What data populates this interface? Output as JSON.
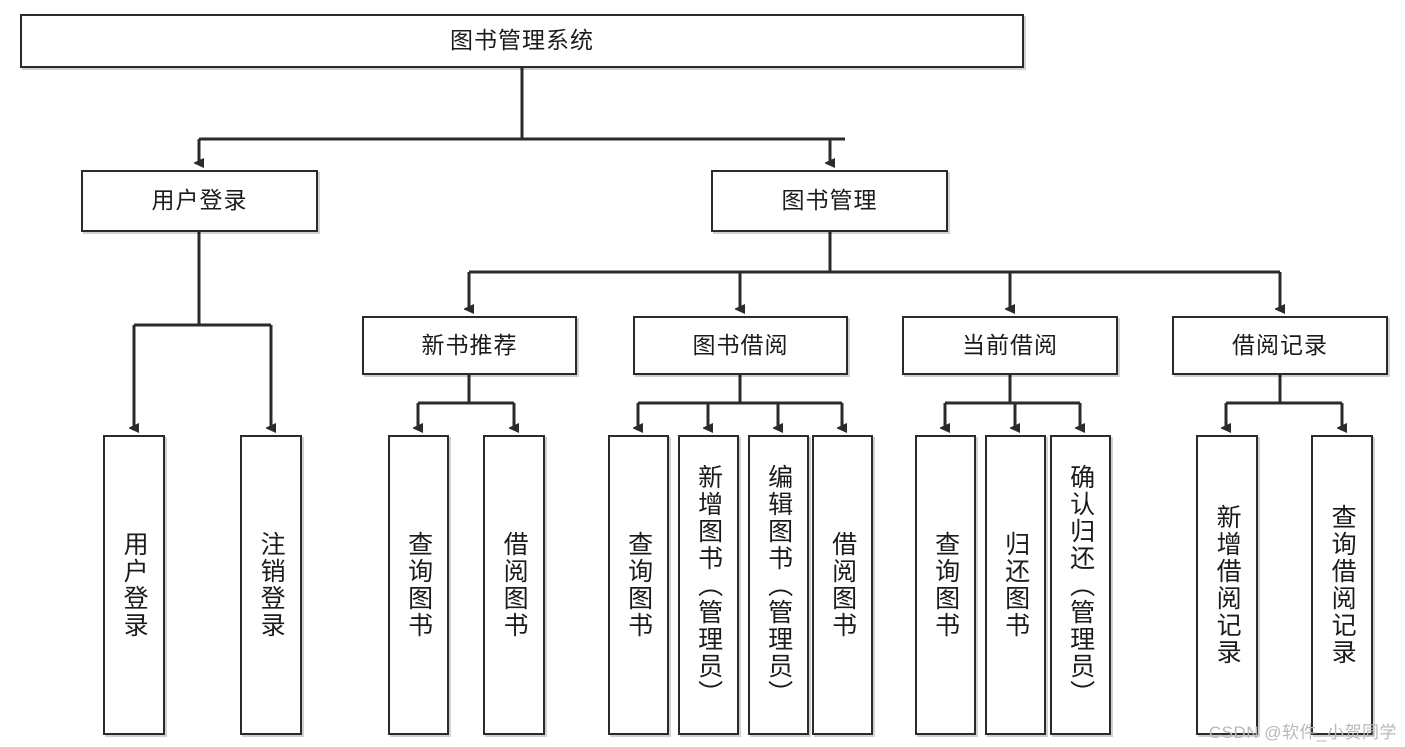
{
  "diagram": {
    "type": "tree-hierarchy",
    "title": "图书管理系统",
    "watermark": "CSDN @软件_小贺同学",
    "colors": {
      "stroke": "#2b2b2b",
      "fill": "#ffffff",
      "text": "#1b1b1b",
      "watermark": "#b9b9b9"
    },
    "levels": {
      "root": {
        "label": "图书管理系统"
      },
      "level2": [
        {
          "id": "user-login",
          "label": "用户登录"
        },
        {
          "id": "book-management",
          "label": "图书管理"
        }
      ],
      "level3": [
        {
          "id": "new-book-recommend",
          "label": "新书推荐"
        },
        {
          "id": "book-borrow",
          "label": "图书借阅"
        },
        {
          "id": "current-borrow",
          "label": "当前借阅"
        },
        {
          "id": "borrow-record",
          "label": "借阅记录"
        }
      ],
      "leaves": {
        "user-login": [
          {
            "id": "leaf-user-login",
            "label": "用户登录"
          },
          {
            "id": "leaf-logout-login",
            "label": "注销登录"
          }
        ],
        "new-book-recommend": [
          {
            "id": "leaf-query-book-1",
            "label": "查询图书"
          },
          {
            "id": "leaf-borrow-book-1",
            "label": "借阅图书"
          }
        ],
        "book-borrow": [
          {
            "id": "leaf-query-book-2",
            "label": "查询图书"
          },
          {
            "id": "leaf-add-book-admin",
            "label": "新增图书（管理员）"
          },
          {
            "id": "leaf-edit-book-admin",
            "label": "编辑图书（管理员）"
          },
          {
            "id": "leaf-borrow-book-2",
            "label": "借阅图书"
          }
        ],
        "current-borrow": [
          {
            "id": "leaf-query-book-3",
            "label": "查询图书"
          },
          {
            "id": "leaf-return-book",
            "label": "归还图书"
          },
          {
            "id": "leaf-confirm-return-admin",
            "label": "确认归还（管理员）"
          }
        ],
        "borrow-record": [
          {
            "id": "leaf-add-borrow-record",
            "label": "新增借阅记录"
          },
          {
            "id": "leaf-query-borrow-record",
            "label": "查询借阅记录"
          }
        ]
      }
    }
  }
}
